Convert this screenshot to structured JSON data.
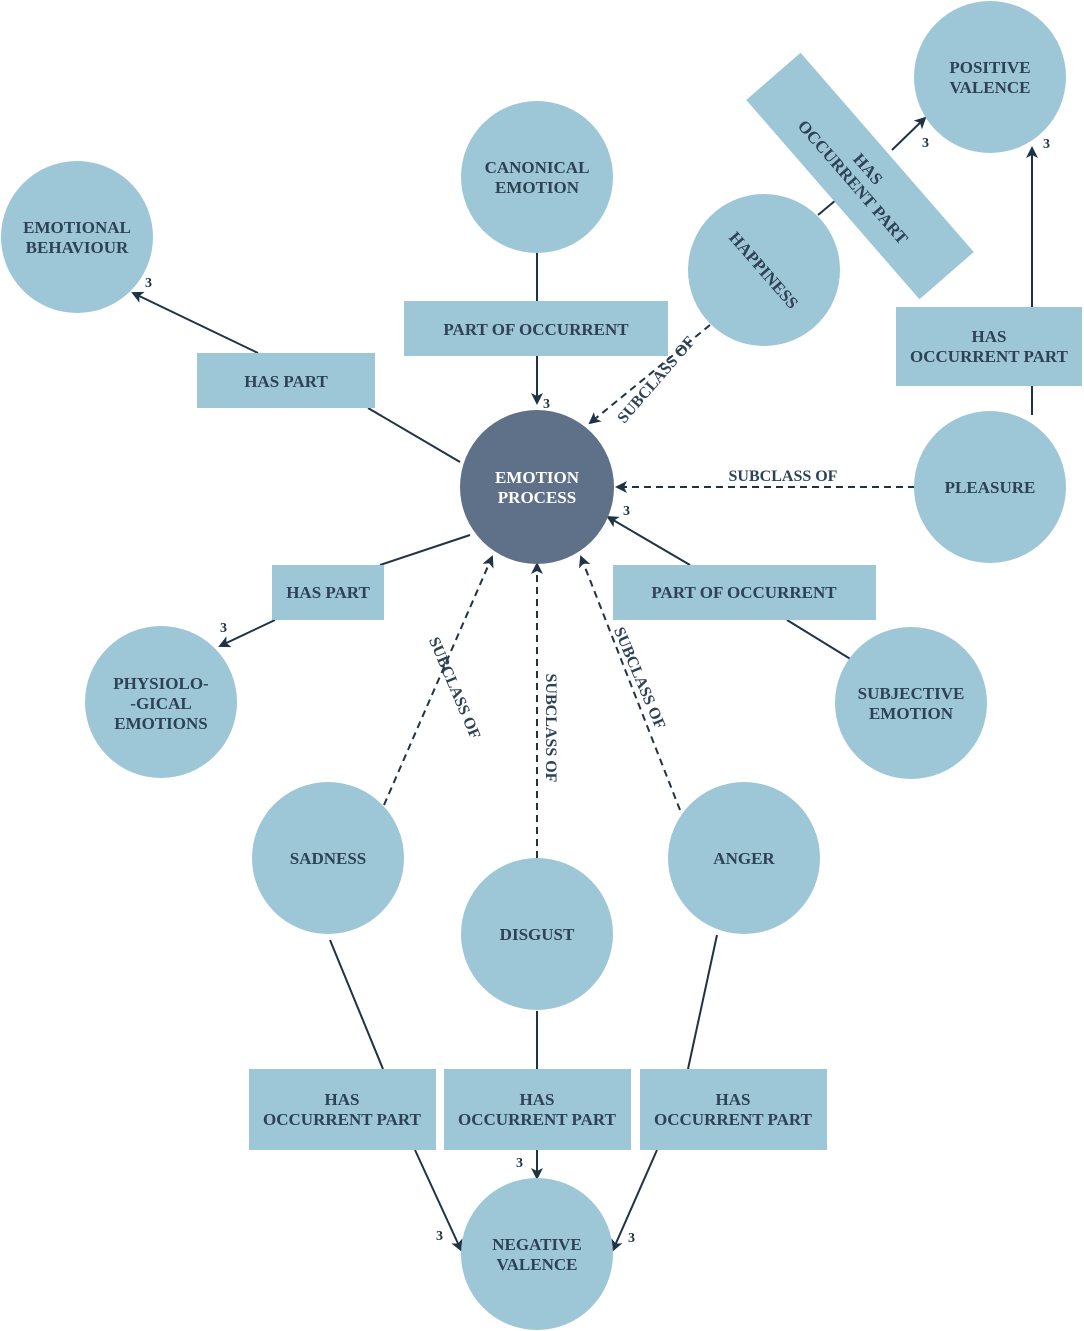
{
  "nodes": {
    "emotion_process": [
      "EMOTION",
      "PROCESS"
    ],
    "canonical_emotion": [
      "CANONICAL",
      "EMOTION"
    ],
    "emotional_behaviour": [
      "EMOTIONAL",
      "BEHAVIOUR"
    ],
    "happiness": [
      "HAPPINESS"
    ],
    "positive_valence": [
      "POSITIVE",
      "VALENCE"
    ],
    "pleasure": [
      "PLEASURE"
    ],
    "physiological_emotions": [
      "PHYSIOLO-",
      "-GICAL",
      "EMOTIONS"
    ],
    "subjective_emotion": [
      "SUBJECTIVE",
      "EMOTION"
    ],
    "sadness": [
      "SADNESS"
    ],
    "disgust": [
      "DISGUST"
    ],
    "anger": [
      "ANGER"
    ],
    "negative_valence": [
      "NEGATIVE",
      "VALENCE"
    ]
  },
  "relations": {
    "part_of_occurrent_top": [
      "PART OF OCCURRENT"
    ],
    "has_part_left": [
      "HAS PART"
    ],
    "has_part_lower": [
      "HAS PART"
    ],
    "part_of_occurrent_right": [
      "PART OF OCCURRENT"
    ],
    "has_occurrent_part_tilted": [
      "HAS",
      "OCCURRENT PART"
    ],
    "has_occurrent_part_pleasure": [
      "HAS",
      "OCCURRENT PART"
    ],
    "has_occurrent_part_sadness": [
      "HAS",
      "OCCURRENT PART"
    ],
    "has_occurrent_part_disgust": [
      "HAS",
      "OCCURRENT PART"
    ],
    "has_occurrent_part_anger": [
      "HAS",
      "OCCURRENT PART"
    ]
  },
  "edge_labels": {
    "subclass_happiness": "SUBCLASS OF",
    "subclass_pleasure": "SUBCLASS OF",
    "subclass_sadness": "SUBCLASS OF",
    "subclass_disgust": "SUBCLASS OF",
    "subclass_anger": "SUBCLASS OF"
  },
  "cardinality": "3",
  "colors": {
    "node_fill": "#9dc6d6",
    "central_node_fill": "#5f7089",
    "text": "#2e4256",
    "line": "#1f3346"
  }
}
